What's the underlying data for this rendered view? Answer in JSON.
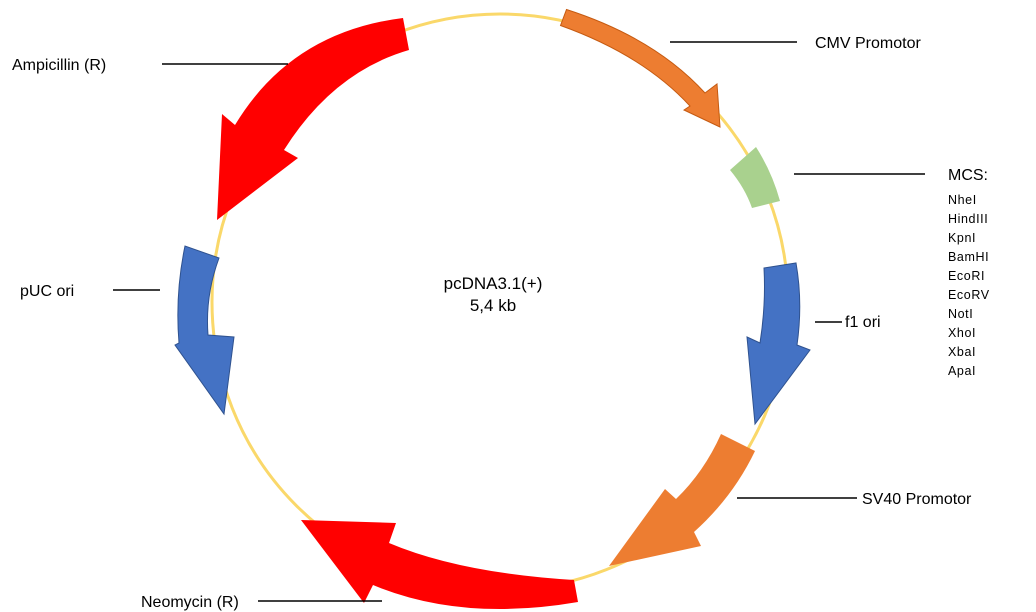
{
  "plasmid": {
    "name": "pcDNA3.1(+)",
    "size": "5,4 kb"
  },
  "colors": {
    "backbone": "#FAD86A",
    "promoter": "#ED7D31",
    "resistance": "#FF0000",
    "origin": "#4472C4",
    "mcs": "#A9D18E"
  },
  "features": {
    "cmv": {
      "label": "CMV Promotor",
      "color": "#ED7D31"
    },
    "mcs": {
      "label": "MCS:",
      "color": "#A9D18E"
    },
    "f1": {
      "label": "f1 ori",
      "color": "#4472C4"
    },
    "sv40": {
      "label": "SV40 Promotor",
      "color": "#ED7D31"
    },
    "neo": {
      "label": "Neomycin (R)",
      "color": "#FF0000"
    },
    "puc": {
      "label": "pUC ori",
      "color": "#4472C4"
    },
    "amp": {
      "label": "Ampicillin (R)",
      "color": "#FF0000"
    }
  },
  "mcs_sites": [
    "NheI",
    "HindIII",
    "KpnI",
    "BamHI",
    "EcoRI",
    "EcoRV",
    "NotI",
    "XhoI",
    "XbaI",
    "ApaI"
  ]
}
